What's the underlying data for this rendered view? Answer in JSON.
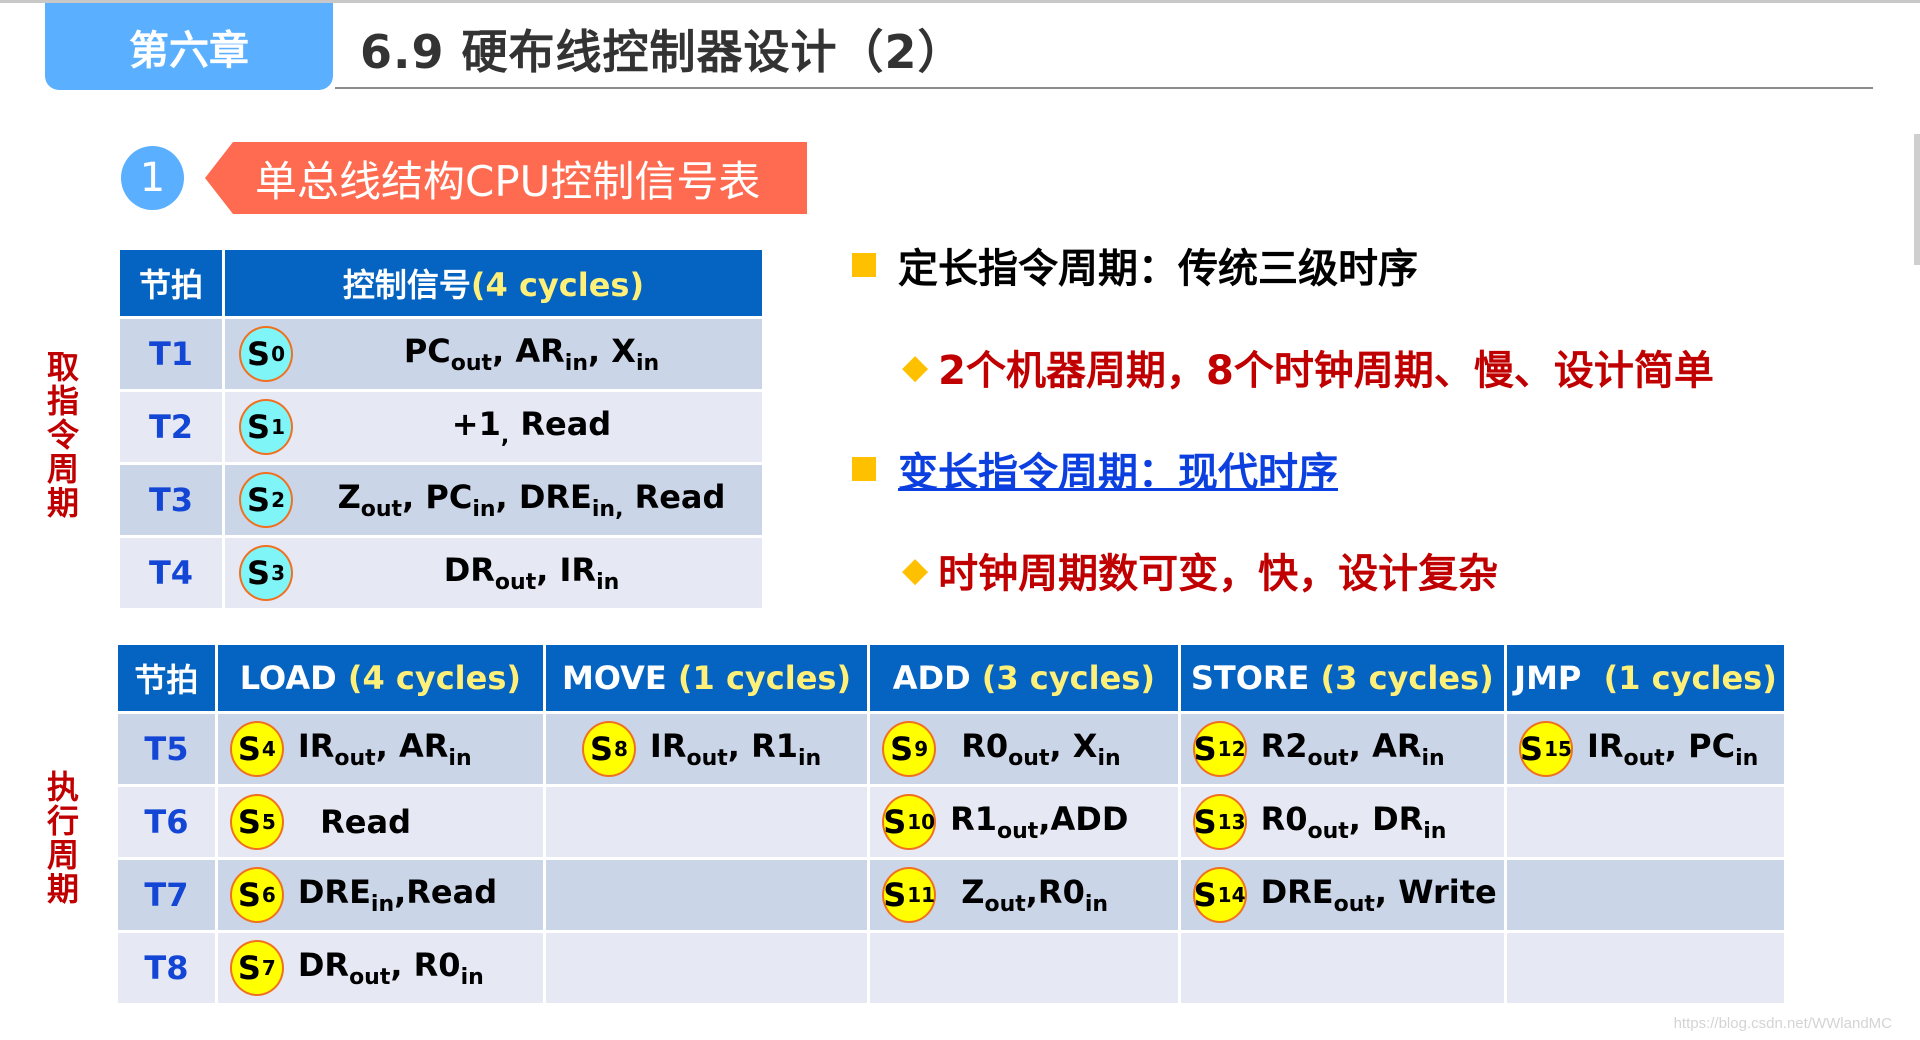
{
  "header": {
    "chapter_tab": "第六章",
    "title": "6.9 硬布线控制器设计（2）"
  },
  "section": {
    "number": "1",
    "title": "单总线结构CPU控制信号表"
  },
  "side_labels": {
    "fetch": "取指令周期",
    "execute": "执行周期"
  },
  "fetch_table": {
    "headers": {
      "tick": "节拍",
      "signals": "控制信号",
      "signals_cycles": "(4 cycles)"
    },
    "rows": [
      {
        "tick": "T1",
        "state": "S",
        "state_sub": "0",
        "signals_html": "PC<sub>out</sub>, AR<sub>in</sub>, X<sub>in</sub>"
      },
      {
        "tick": "T2",
        "state": "S",
        "state_sub": "1",
        "signals_html": "+1<sub>,</sub> Read"
      },
      {
        "tick": "T3",
        "state": "S",
        "state_sub": "2",
        "signals_html": "Z<sub>out</sub>, PC<sub>in</sub>, DRE<sub>in,</sub> Read"
      },
      {
        "tick": "T4",
        "state": "S",
        "state_sub": "3",
        "signals_html": "DR<sub>out</sub>, IR<sub>in</sub>"
      }
    ]
  },
  "bullets": [
    {
      "type": "square",
      "text": "定长指令周期：传统三级时序",
      "color": "#000000"
    },
    {
      "type": "diamond",
      "text": "2个机器周期，8个时钟周期、慢、设计简单",
      "color": "#c00000"
    },
    {
      "type": "square",
      "text": "变长指令周期：现代时序",
      "color": "#0b3fe0",
      "link": true
    },
    {
      "type": "diamond",
      "text": "时钟周期数可变，快，设计复杂",
      "color": "#c00000"
    }
  ],
  "exec_table": {
    "headers": [
      {
        "name": "节拍",
        "cycles": ""
      },
      {
        "name": "LOAD ",
        "cycles": "(4 cycles)"
      },
      {
        "name": "MOVE ",
        "cycles": "(1 cycles)"
      },
      {
        "name": "ADD ",
        "cycles": "(3 cycles)"
      },
      {
        "name": "STORE ",
        "cycles": "(3 cycles)"
      },
      {
        "name": "JMP  ",
        "cycles": "(1 cycles)"
      }
    ],
    "rows": [
      {
        "tick": "T5",
        "cells": [
          {
            "sub": "4",
            "html": "IR<sub>out</sub>, AR<sub>in</sub>"
          },
          {
            "sub": "8",
            "html": "IR<sub>out</sub>, R1<sub>in</sub>"
          },
          {
            "sub": "9",
            "html": "&nbsp;R0<sub>out</sub>, X<sub>in</sub>"
          },
          {
            "sub": "12",
            "html": "R2<sub>out</sub>, AR<sub>in</sub>"
          },
          {
            "sub": "15",
            "html": "IR<sub>out</sub>, PC<sub>in</sub>"
          }
        ]
      },
      {
        "tick": "T6",
        "cells": [
          {
            "sub": "5",
            "html": "&nbsp;&nbsp;Read"
          },
          null,
          {
            "sub": "10",
            "html": "R1<sub>out</sub>,ADD"
          },
          {
            "sub": "13",
            "html": "R0<sub>out</sub>, DR<sub>in</sub>"
          },
          null
        ]
      },
      {
        "tick": "T7",
        "cells": [
          {
            "sub": "6",
            "html": "DRE<sub>in</sub>,Read"
          },
          null,
          {
            "sub": "11",
            "html": "&nbsp;Z<sub>out</sub>,R0<sub>in</sub>"
          },
          {
            "sub": "14",
            "html": "DRE<sub>out</sub>, Write"
          },
          null
        ]
      },
      {
        "tick": "T8",
        "cells": [
          {
            "sub": "7",
            "html": "DR<sub>out</sub>, R0<sub>in</sub>"
          },
          null,
          null,
          null,
          null
        ]
      }
    ]
  },
  "colors": {
    "chapter_blue": "#5ab0ff",
    "banner_orange": "#ff6b50",
    "header_blue": "#0563c1",
    "cycles_yellow": "#fff07a",
    "row_dark": "#cbd5e8",
    "row_light": "#e6e9f4",
    "tick_blue": "#1446d6",
    "fetch_state_fill": "#7ff5f8",
    "exec_state_fill": "#ffff00",
    "state_border": "#f07020",
    "emphasis_red": "#c00000",
    "bullet_gold": "#ffc000"
  },
  "watermark": "https://blog.csdn.net/WWlandMC"
}
